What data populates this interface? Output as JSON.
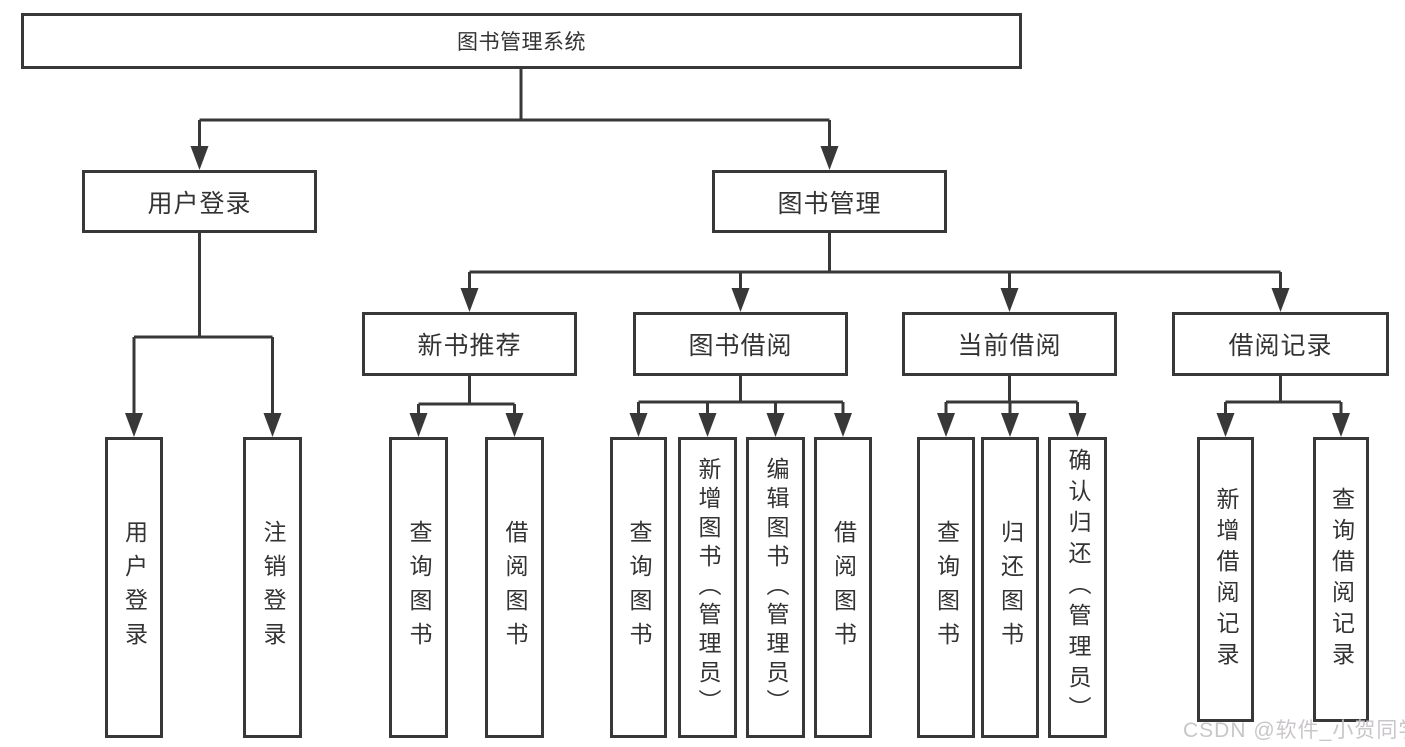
{
  "colors": {
    "line": "#383838",
    "box_border": "#383838",
    "box_fill": "#ffffff",
    "text": "#333333",
    "watermark": "#c6c3c6"
  },
  "diagram": {
    "root": {
      "label": "图书管理系统"
    },
    "branches": [
      {
        "label": "用户登录",
        "children": [
          {
            "label": "用户登录"
          },
          {
            "label": "注销登录"
          }
        ]
      },
      {
        "label": "图书管理",
        "children": [
          {
            "label": "新书推荐",
            "children": [
              {
                "label": "查询图书"
              },
              {
                "label": "借阅图书"
              }
            ]
          },
          {
            "label": "图书借阅",
            "children": [
              {
                "label": "查询图书"
              },
              {
                "label": "新增图书（管理员）"
              },
              {
                "label": "编辑图书（管理员）"
              },
              {
                "label": "借阅图书"
              }
            ]
          },
          {
            "label": "当前借阅",
            "children": [
              {
                "label": "查询图书"
              },
              {
                "label": "归还图书"
              },
              {
                "label": "确认归还（管理员）"
              }
            ]
          },
          {
            "label": "借阅记录",
            "children": [
              {
                "label": "新增借阅记录"
              },
              {
                "label": "查询借阅记录"
              }
            ]
          }
        ]
      }
    ]
  },
  "watermark": {
    "text": "CSDN @软件_小贺同学"
  }
}
